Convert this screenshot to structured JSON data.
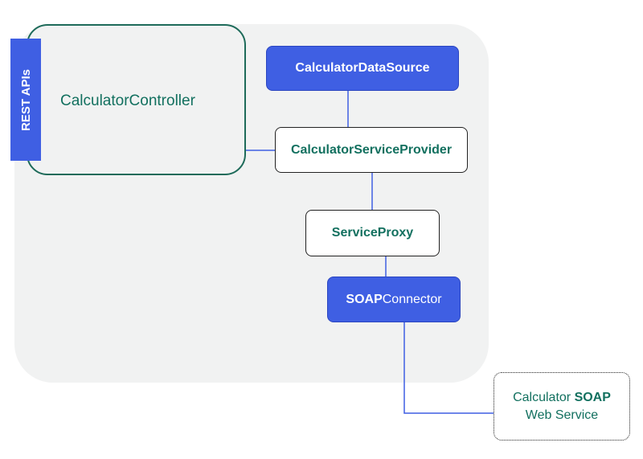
{
  "diagram": {
    "rest_tab_label": "REST APIs",
    "controller_label": "CalculatorController",
    "datasource_label": "CalculatorDataSource",
    "provider_label": "CalculatorServiceProvider",
    "proxy_label": "ServiceProxy",
    "soap_connector": {
      "bold": "SOAP",
      "rest": "Connector"
    },
    "web_service": {
      "line1_prefix": "Calculator ",
      "line1_bold": "SOAP",
      "line2": "Web Service"
    },
    "colors": {
      "accent_blue": "#3f5fe3",
      "teal_text": "#12705f",
      "panel_bg": "#f1f2f2",
      "connector_line": "#3f5fe3"
    }
  }
}
